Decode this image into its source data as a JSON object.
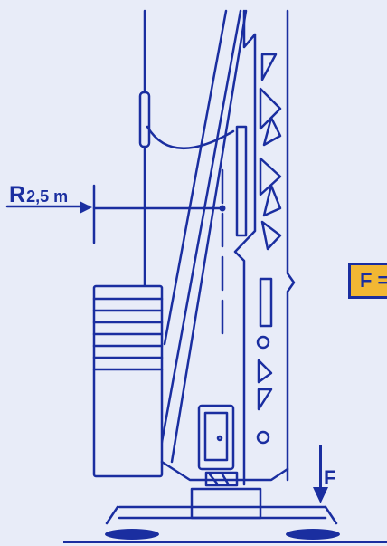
{
  "radius_label": {
    "prefix": "R",
    "value": "2,5 m"
  },
  "force_label": "F",
  "force_box_text": "F =",
  "colors": {
    "line": "#1a2ea0",
    "background": "#e8ecf8",
    "box_fill": "#f2b733",
    "box_border": "#1a2ea0"
  }
}
